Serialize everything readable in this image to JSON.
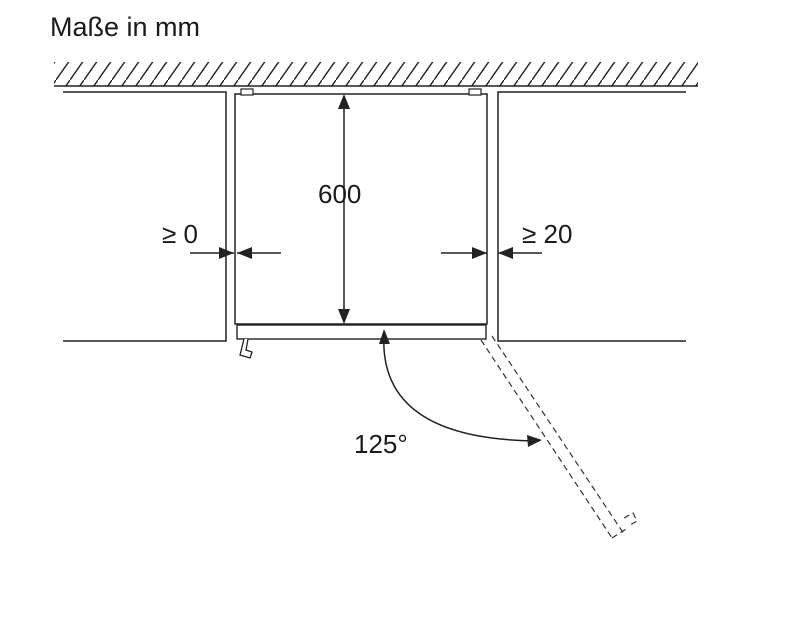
{
  "title": "Maße in mm",
  "dimensions": {
    "depth": "600",
    "left_gap": "≥ 0",
    "right_gap": "≥ 20",
    "door_angle": "125°"
  }
}
